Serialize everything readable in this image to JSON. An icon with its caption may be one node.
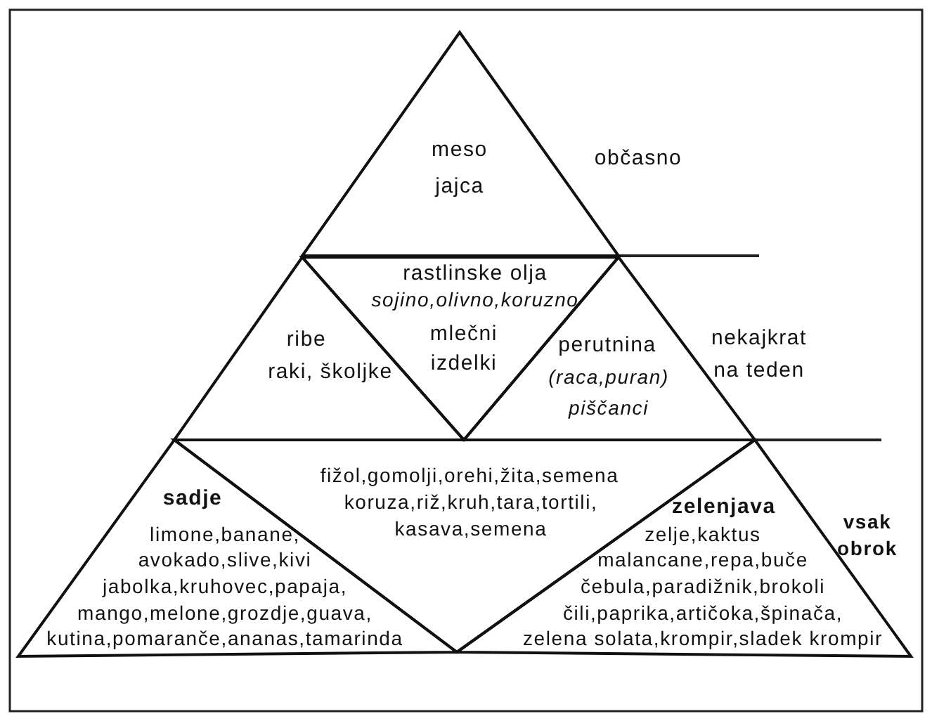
{
  "diagram": {
    "nodes": [
      {
        "text": [
          "meso",
          "jajca"
        ]
      },
      {
        "text": [
          "ribe",
          "raki, školjke"
        ]
      },
      {
        "text": [
          "rastlinske olja",
          "sojino,olivno,koruzno",
          "mlečni izdelki"
        ]
      },
      {
        "text": [
          "perutnina",
          "(raca,puran) piščanci"
        ]
      },
      {
        "text": [
          "sadje",
          "limone,banane, avokado,slive,kivi jabolka,kruhovec,papaja, mango,melone,grozdje,guava, kutina,pomaranče,ananas,tamarinda"
        ]
      },
      {
        "text": [
          "fižol,gomolji,orehi,žita,semena",
          "koruza,riž,kruh,tara,tortili, kasava,semena"
        ]
      },
      {
        "text": [
          "zelenjava",
          "zelje,kaktus malancane,repa,buče čebula,paradižnik,brokoli čili,paprika,artičoka,špinača, zelena solata,krompir,sladek krompir"
        ]
      }
    ],
    "labels": [
      "občasno",
      "nekajkrat na teden",
      "vsak obrok"
    ]
  }
}
